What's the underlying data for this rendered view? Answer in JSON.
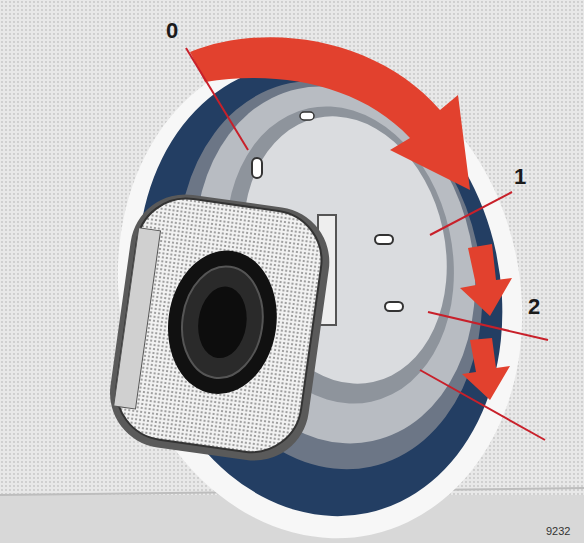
{
  "diagram": {
    "labels": [
      "0",
      "1",
      "2",
      "9232"
    ]
  }
}
